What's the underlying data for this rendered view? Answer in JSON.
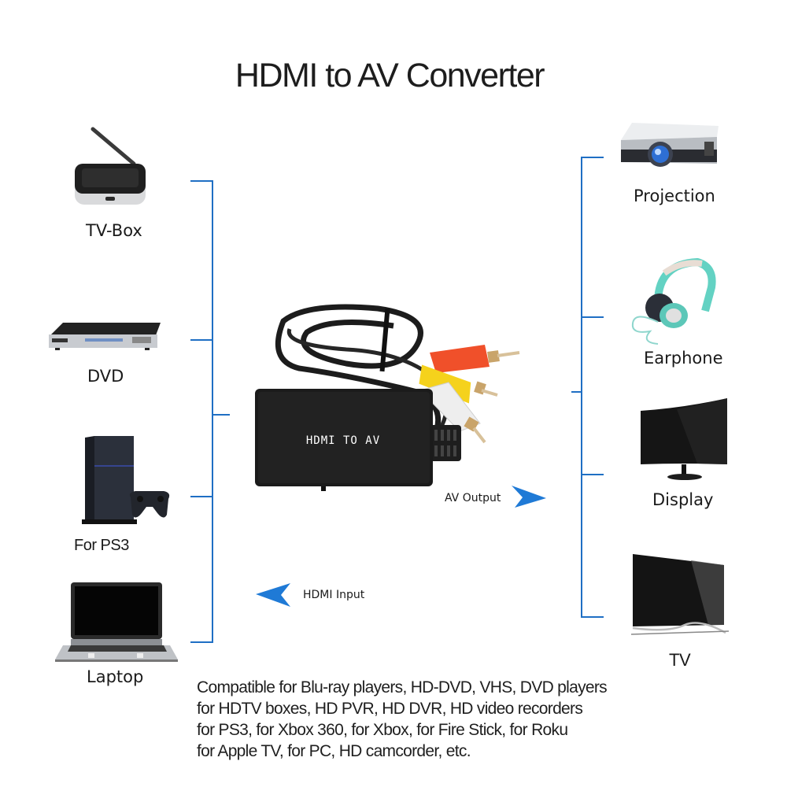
{
  "title": "HDMI to AV Converter",
  "colors": {
    "connector_lines": "#1f6fc4",
    "arrows": "#1f7ad6",
    "converter_body": "#1b1b1b",
    "rca_red": "#f0502a",
    "rca_yellow": "#f5d21c",
    "rca_white": "#eeeeee"
  },
  "inputs": [
    {
      "label": "TV-Box",
      "icon": "tv-box-icon"
    },
    {
      "label": "DVD",
      "icon": "dvd-player-icon"
    },
    {
      "label": "For PS3",
      "icon": "game-console-icon"
    },
    {
      "label": "Laptop",
      "icon": "laptop-icon"
    }
  ],
  "outputs": [
    {
      "label": "Projection",
      "icon": "projector-icon"
    },
    {
      "label": "Earphone",
      "icon": "headphones-icon"
    },
    {
      "label": "Display",
      "icon": "monitor-icon"
    },
    {
      "label": "TV",
      "icon": "tv-icon"
    }
  ],
  "converter": {
    "body_text": "HDMI TO AV",
    "icon": "hdmi-to-av-converter-icon"
  },
  "arrows": {
    "input_label": "HDMI Input",
    "output_label": "AV Output"
  },
  "compatibility": [
    "Compatible for Blu-ray players, HD-DVD, VHS, DVD players",
    "for HDTV boxes, HD PVR, HD DVR, HD video recorders",
    "for PS3, for Xbox 360, for Xbox, for Fire Stick, for Roku",
    "for Apple TV, for PC, HD camcorder, etc."
  ]
}
